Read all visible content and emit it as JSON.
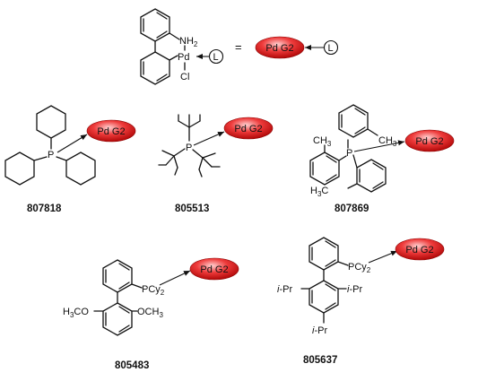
{
  "header": {
    "pd_label": "Pd",
    "nh2_label": "NH",
    "nh2_sub": "2",
    "cl_label": "Cl",
    "ligand_label": "L",
    "equals": "=",
    "pd_g2_label": "Pd G2"
  },
  "compounds": [
    {
      "id": "807818",
      "p_label": "P"
    },
    {
      "id": "805513",
      "p_label": "P"
    },
    {
      "id": "807869",
      "p_label": "P",
      "ch3_label": "CH",
      "ch3_sub": "3",
      "h3c_label": "H",
      "h3c_sub": "3",
      "h3c_tail": "C"
    },
    {
      "id": "805483",
      "pcy2_label": "PCy",
      "pcy2_sub": "2",
      "och3_left": "H",
      "och3_left_sub": "3",
      "och3_left_tail": "CO",
      "och3_right": "OCH",
      "och3_right_sub": "3"
    },
    {
      "id": "805637",
      "pcy2_label": "PCy",
      "pcy2_sub": "2",
      "ipr_italic": "i",
      "ipr_rest": "-Pr"
    }
  ],
  "colors": {
    "pill_light": "#ff9a9a",
    "pill_mid": "#e83030",
    "pill_dark": "#b30000",
    "ink": "#111111"
  }
}
